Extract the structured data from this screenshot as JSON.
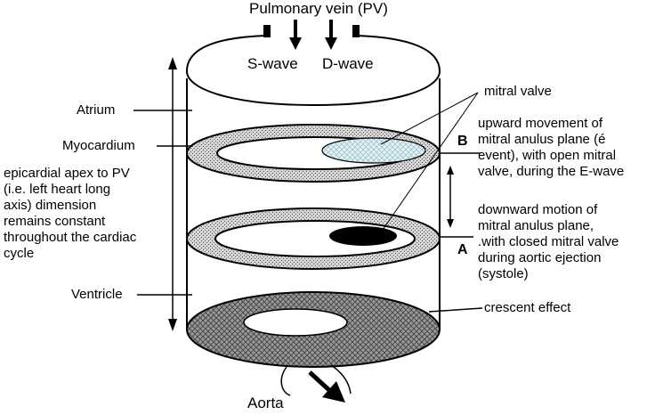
{
  "labels": {
    "pulmonary_vein": "Pulmonary vein  (PV)",
    "s_wave": "S-wave",
    "d_wave": "D-wave",
    "atrium": "Atrium",
    "myocardium": "Myocardium",
    "ventricle": "Ventricle",
    "aorta": "Aorta",
    "mitral_valve": "mitral valve",
    "crescent_effect": "crescent effect",
    "marker_b": "B",
    "marker_a": "A"
  },
  "long_axis_note": [
    "epicardial apex to PV",
    "(i.e. left heart long",
    "axis) dimension",
    "remains constant",
    "throughout the cardiac",
    "cycle"
  ],
  "upward_note": [
    "upward movement of",
    "mitral anulus plane (é",
    "event), with open mitral",
    "valve, during the E-wave"
  ],
  "downward_note": [
    "downward motion of",
    "mitral anulus plane,",
    ".with closed mitral valve",
    "during aortic ejection",
    "(systole)"
  ],
  "colors": {
    "stroke": "#000000",
    "ring_fill": "#c4c4c4",
    "inner_fill": "#ffffff",
    "valve_open_fill": "#d8ecf2",
    "valve_closed_fill": "#000000"
  }
}
